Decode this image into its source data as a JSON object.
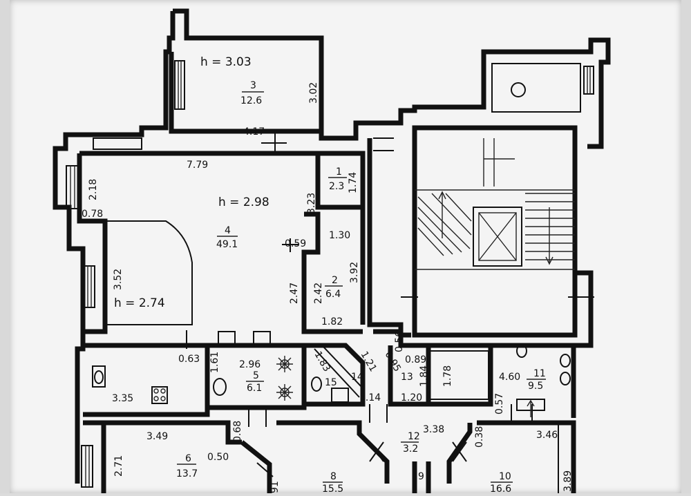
{
  "plan": {
    "rooms": [
      {
        "id": "3",
        "area": "12.6",
        "height": "h  =  3.03"
      },
      {
        "id": "4",
        "area": "49.1",
        "height": "h  =  2.98",
        "height2": "h  =  2.74"
      },
      {
        "id": "1",
        "area": "2.3"
      },
      {
        "id": "2",
        "area": "6.4"
      },
      {
        "id": "5",
        "area": "6.1"
      },
      {
        "id": "15"
      },
      {
        "id": "14"
      },
      {
        "id": "13"
      },
      {
        "id": "11",
        "area": "9.5"
      },
      {
        "id": "12",
        "area": "3.2"
      },
      {
        "id": "6",
        "area": "13.7"
      },
      {
        "id": "8",
        "area": "15.5"
      },
      {
        "id": "9"
      },
      {
        "id": "10",
        "area": "16.6"
      }
    ],
    "dims": {
      "d302": "3.02",
      "d417": "4.17",
      "d779": "7.79",
      "d218": "2.18",
      "d078": "0.78",
      "d174": "1.74",
      "d323": "3.23",
      "d130": "1.30",
      "d059": "0.59",
      "d352": "3.52",
      "d392": "3.92",
      "d247": "2.47",
      "d242": "2.42",
      "d182": "1.82",
      "d063": "0.63",
      "d161": "1.61",
      "d296": "2.96",
      "d183": "1.83",
      "d121": "1.21",
      "d056": "0.56",
      "d095": "0.95",
      "d089": "0.89",
      "d184": "1.84",
      "d178": "1.78",
      "d460": "4.60",
      "d335": "3.35",
      "d114": "1.14",
      "d120": "1.20",
      "d057": "0.57",
      "d349": "3.49",
      "d068": "0.68",
      "d338": "3.38",
      "d038": "0.38",
      "d346": "3.46",
      "d271": "2.71",
      "d050": "0.50",
      "d389": "3.89",
      "d091": "91"
    }
  }
}
